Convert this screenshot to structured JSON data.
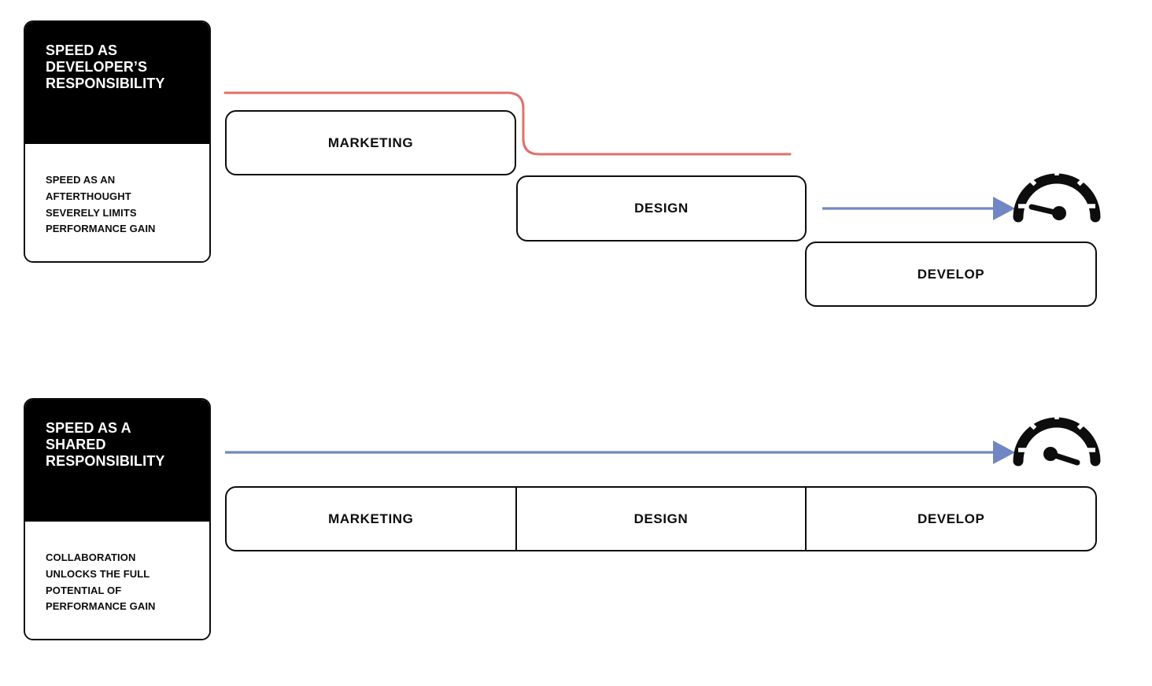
{
  "diagram": {
    "title": "Speed as developer's responsibility vs shared responsibility",
    "colors": {
      "ink": "#0d0d0d",
      "card_header_bg": "#000000",
      "card_header_text": "#ffffff",
      "slow_line": "#e0706a",
      "fast_arrow": "#7186c4",
      "canvas": "#ffffff"
    }
  },
  "sections": [
    {
      "id": "developer-responsibility",
      "card": {
        "heading": "SPEED AS\nDEVELOPER’S\nRESPONSIBILITY",
        "body": "SPEED AS AN\nAFTERTHOUGHT\nSEVERELY LIMITS\nPERFORMANCE GAIN"
      },
      "layout": "sequential-cascade",
      "stages": [
        {
          "label": "MARKETING"
        },
        {
          "label": "DESIGN"
        },
        {
          "label": "DEVELOP"
        }
      ],
      "connector": {
        "name": "slow-path-line",
        "style": "stepped",
        "color": "#e0706a",
        "arrowhead": false
      },
      "arrow": {
        "name": "short-speed-arrow",
        "color": "#7186c4",
        "arrowhead": true,
        "length_label": "short"
      },
      "gauge": {
        "name": "speedometer-low",
        "needle": "low",
        "reading_label": "LOW SPEED"
      }
    },
    {
      "id": "shared-responsibility",
      "card": {
        "heading": "SPEED AS A\nSHARED\nRESPONSIBILITY",
        "body": "COLLABORATION\nUNLOCKS THE FULL\nPOTENTIAL OF\nPERFORMANCE GAIN"
      },
      "layout": "parallel-rail",
      "stages": [
        {
          "label": "MARKETING"
        },
        {
          "label": "DESIGN"
        },
        {
          "label": "DEVELOP"
        }
      ],
      "arrow": {
        "name": "long-speed-arrow",
        "color": "#7186c4",
        "arrowhead": true,
        "length_label": "long"
      },
      "gauge": {
        "name": "speedometer-high",
        "needle": "high",
        "reading_label": "HIGH SPEED"
      }
    }
  ]
}
